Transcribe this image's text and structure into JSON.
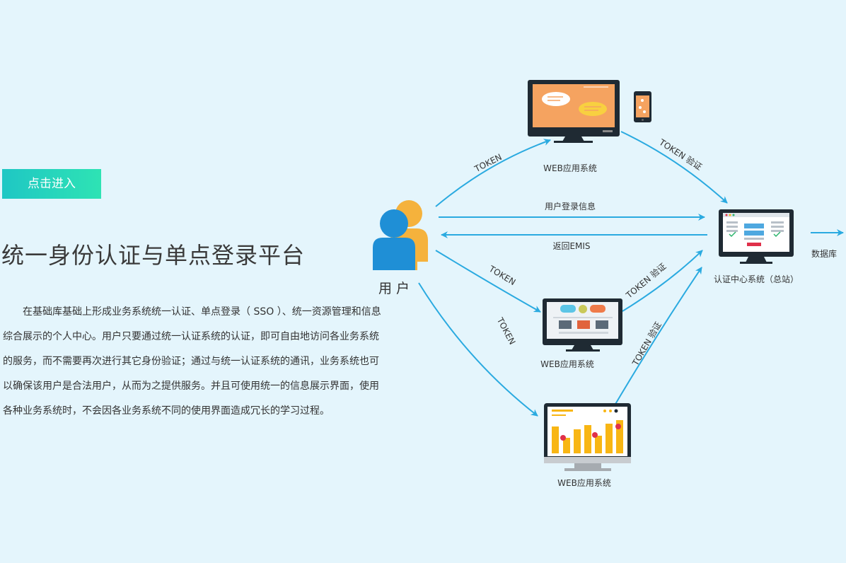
{
  "enter_button": "点击进入",
  "title": "统一身份认证与单点登录平台",
  "description": "在基础库基础上形成业务系统统一认证、单点登录（ SSO ）、统一资源管理和信息综合展示的个人中心。用户只要通过统一认证系统的认证，即可自由地访问各业务系统的服务，而不需要再次进行其它身份验证；通过与统一认证系统的通讯，业务系统也可以确保该用户是合法用户，从而为之提供服务。并且可使用统一的信息展示界面，使用各种业务系统时，不会因各业务系统不同的使用界面造成冗长的学习过程。",
  "diagram": {
    "user_label": "用 户",
    "web_top_label": "WEB应用系统",
    "web_mid_label": "WEB应用系统",
    "web_bottom_label": "WEB应用系统",
    "auth_label": "认证中心系统（总站）",
    "db_label": "数据库",
    "edges": {
      "token_top": "TOKEN",
      "token_verify_top": "TOKEN 验证",
      "login_info": "用户登录信息",
      "return_emis": "返回EMIS",
      "token_mid": "TOKEN",
      "token_verify_mid": "TOKEN 验证",
      "token_bottom": "TOKEN",
      "token_verify_bottom": "TOKEN 验证"
    }
  },
  "colors": {
    "background": "#e4f5fc",
    "arrow": "#2aaae0",
    "user_front": "#1f8fd6",
    "user_back": "#f5b23c",
    "monitor_frame": "#1f2a33",
    "top_screen": "#f5a360",
    "bar_chart": "#f8b614"
  }
}
